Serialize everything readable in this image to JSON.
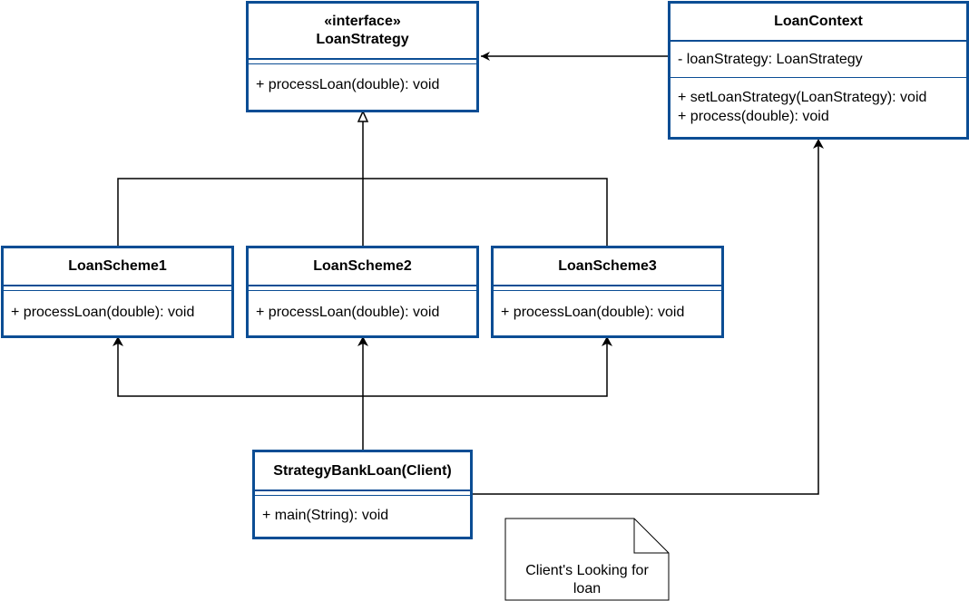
{
  "colors": {
    "border": "#0b4d94",
    "line": "#000000"
  },
  "classes": {
    "loan_strategy": {
      "stereotype": "«interface»",
      "name": "LoanStrategy",
      "methods": [
        "+ processLoan(double): void"
      ]
    },
    "loan_context": {
      "name": "LoanContext",
      "attributes": [
        "- loanStrategy: LoanStrategy"
      ],
      "methods": [
        "+ setLoanStrategy(LoanStrategy): void",
        "+ process(double): void"
      ]
    },
    "loan_scheme1": {
      "name": "LoanScheme1",
      "methods": [
        "+ processLoan(double): void"
      ]
    },
    "loan_scheme2": {
      "name": "LoanScheme2",
      "methods": [
        "+ processLoan(double): void"
      ]
    },
    "loan_scheme3": {
      "name": "LoanScheme3",
      "methods": [
        "+ processLoan(double): void"
      ]
    },
    "client": {
      "name": "StrategyBankLoan(Client)",
      "methods": [
        "+ main(String): void"
      ]
    }
  },
  "note": {
    "text": "Client's Looking for loan"
  }
}
